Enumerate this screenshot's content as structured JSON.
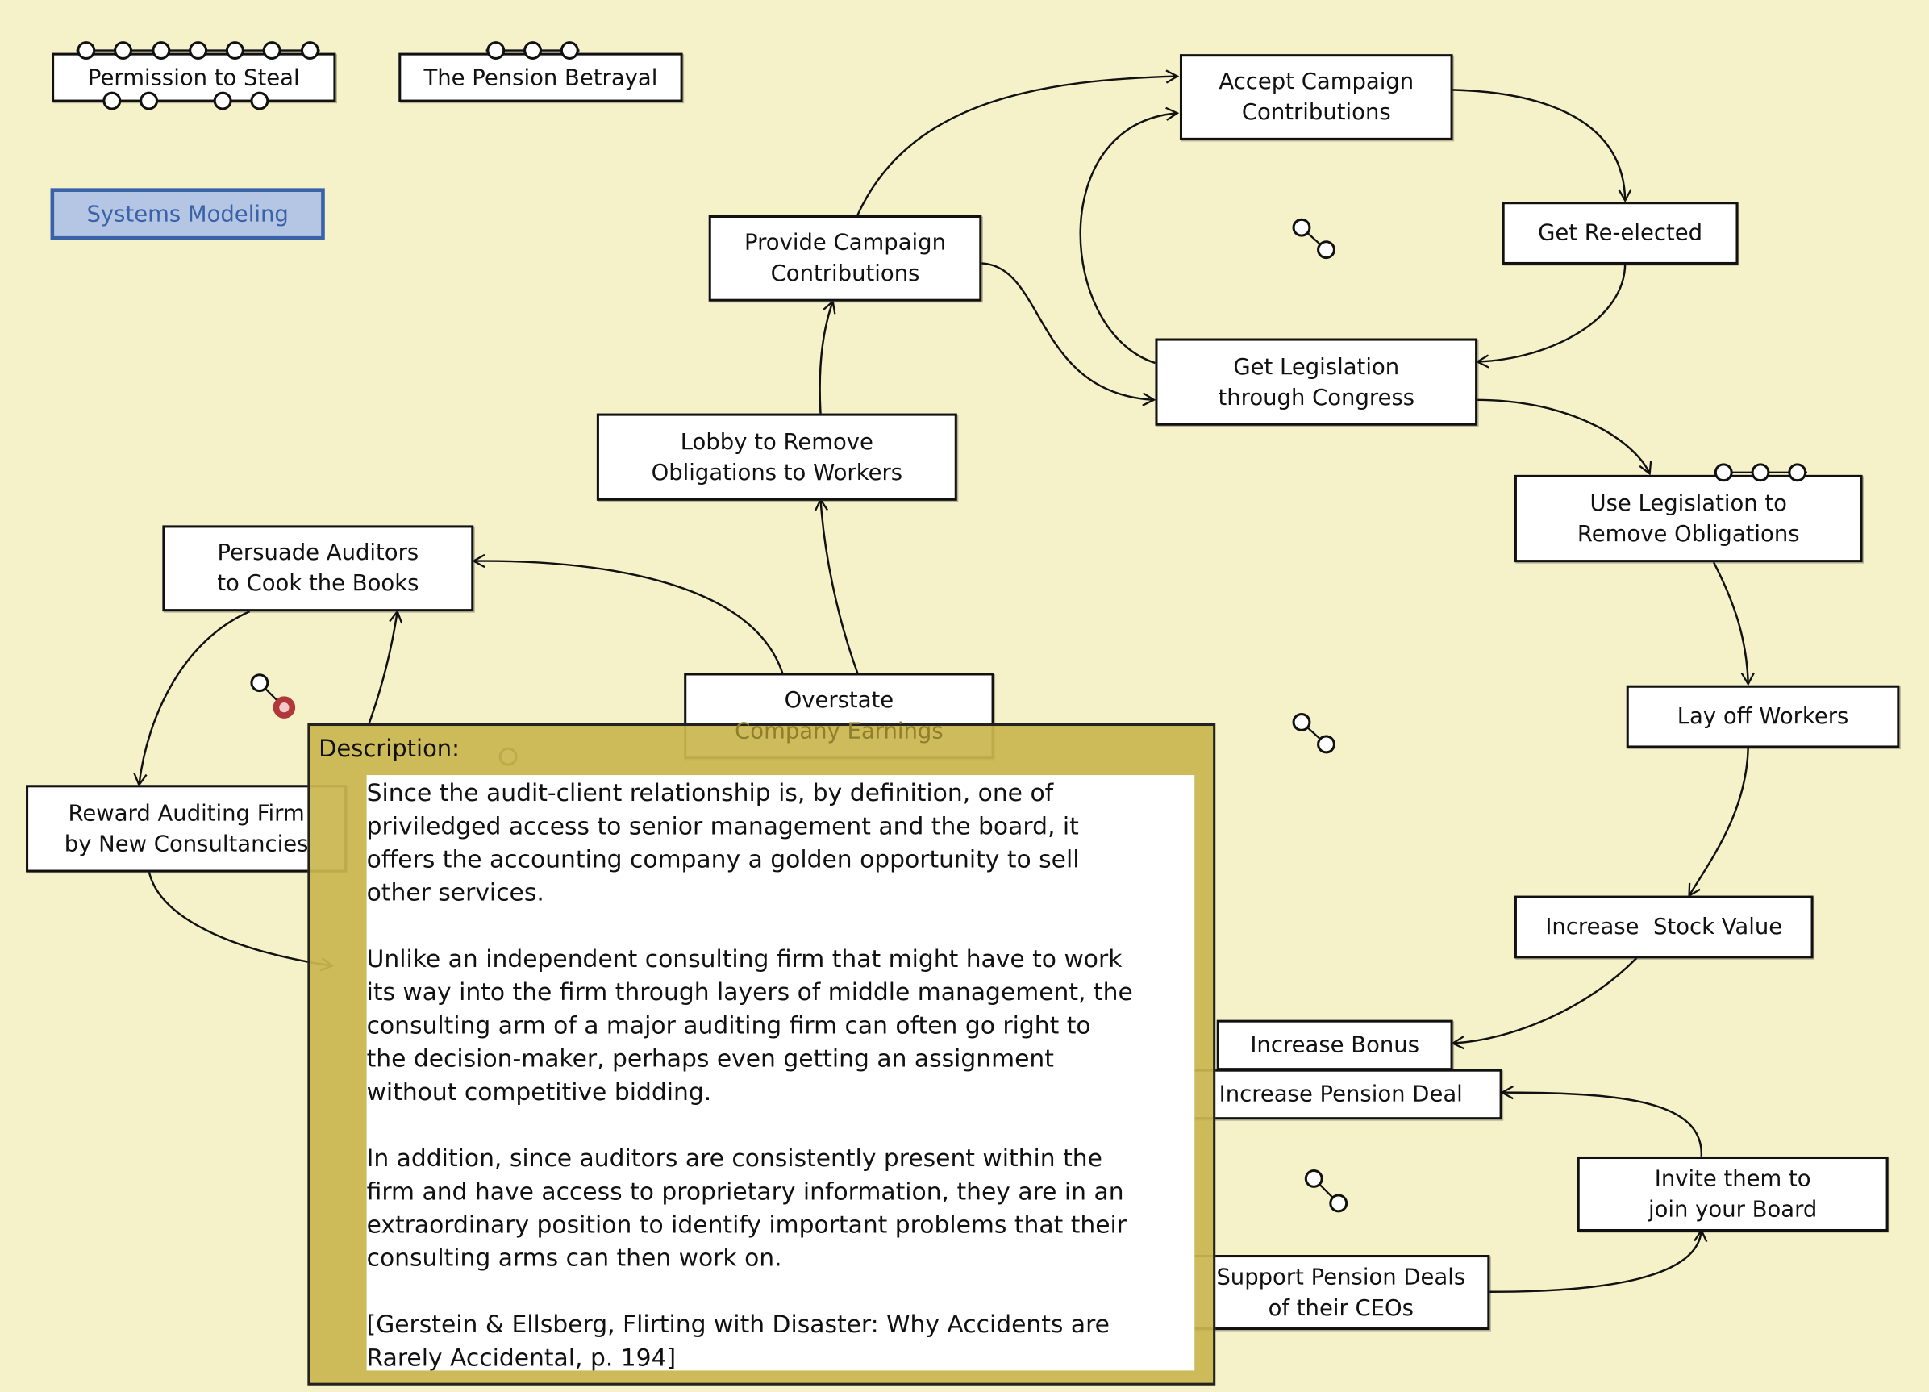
{
  "headers": {
    "permission": "Permission to Steal",
    "pension": "The Pension Betrayal",
    "systems_modeling": "Systems Modeling"
  },
  "nodes": {
    "accept": [
      "Accept Campaign",
      "Contributions"
    ],
    "reelected": [
      "Get Re-elected"
    ],
    "provide": [
      "Provide Campaign",
      "Contributions"
    ],
    "legislation": [
      "Get Legislation",
      "through Congress"
    ],
    "lobby": [
      "Lobby to Remove",
      "Obligations to Workers"
    ],
    "use_legislation": [
      "Use Legislation to",
      "Remove Obligations"
    ],
    "persuade": [
      "Persuade Auditors",
      "to Cook the Books"
    ],
    "overstate": [
      "Overstate",
      "Company Earnings"
    ],
    "layoff": [
      "Lay off Workers"
    ],
    "reward": [
      "Reward Auditing Firm",
      "by New Consultancies"
    ],
    "stock": [
      "Increase  Stock Value"
    ],
    "bonus": [
      "Increase Bonus"
    ],
    "pension_deal": [
      "Increase Pension Deal"
    ],
    "invite": [
      "Invite them to",
      "join your Board"
    ],
    "support": [
      "Support Pension Deals",
      "of their CEOs"
    ]
  },
  "description": {
    "label": "Description:",
    "paragraphs": [
      [
        "Since the audit-client relationship is, by definition, one of",
        "priviledged access to senior management and the board, it",
        "offers the accounting company a golden opportunity to sell",
        "other services."
      ],
      [
        "Unlike an independent consulting firm that might have to work",
        "its way into the firm through layers of middle management, the",
        "consulting arm of a major auditing firm can often go right to",
        "the decision-maker, perhaps even getting an assignment",
        "without competitive bidding."
      ],
      [
        "In addition, since auditors are consistently present within the",
        "firm and have access to proprietary information, they are in an",
        "extraordinary position to identify important problems that their",
        "consulting arms can then work on."
      ],
      [
        "[Gerstein & Ellsberg, Flirting with Disaster: Why Accidents are",
        "Rarely Accidental, p. 194]"
      ]
    ]
  },
  "colors": {
    "background": "#f5f1c8",
    "overlay": "#c9b650",
    "selected": "#b4c6e3",
    "selected_border": "#3a62a8",
    "link_active": "#b0383a"
  }
}
